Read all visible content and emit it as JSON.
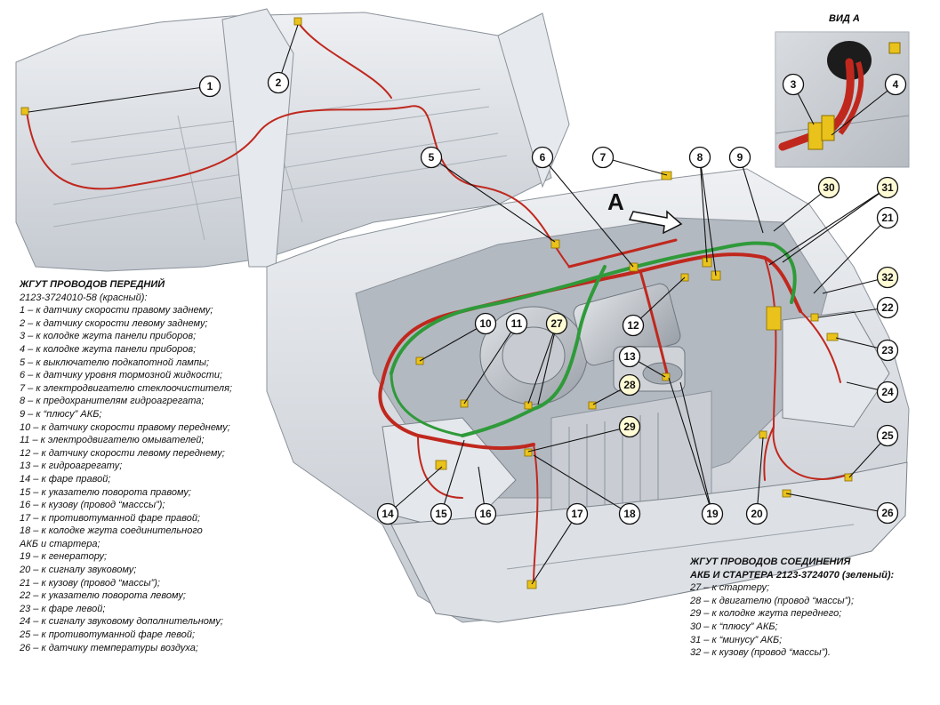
{
  "view_a": {
    "title": "ВИД А",
    "callouts": [
      "3",
      "4"
    ]
  },
  "view_marker": "А",
  "harness_front": {
    "title_line1": "ЖГУТ ПРОВОДОВ ПЕРЕДНИЙ",
    "title_line2": "2123-3724010-58 (красный):",
    "items": [
      "1 – к датчику скорости правому заднему;",
      "2 – к датчику скорости левому заднему;",
      "3 – к колодке жгута панели приборов;",
      "4 – к колодке жгута панели приборов;",
      "5 – к выключателю подкапотной лампы;",
      "6 – к датчику уровня тормозной жидкости;",
      "7 – к электродвигателю стеклоочистителя;",
      "8 – к предохранителям гидроагрегата;",
      "9 – к “плюсу” АКБ;",
      "10 – к датчику скорости правому переднему;",
      "11 – к электродвигателю омывателей;",
      "12 – к датчику скорости левому переднему;",
      "13 – к гидроагрегату;",
      "14 – к фаре правой;",
      "15 – к указателю поворота правому;",
      "16 – к кузову (провод “масссы”);",
      "17 – к противотуманной фаре правой;",
      "18 – к колодке жгута соединительного",
      "АКБ и стартера;",
      "19 – к генератору;",
      "20 – к сигналу звуковому;",
      "21 – к кузову (провод “массы”);",
      "22 – к указателю поворота левому;",
      "23 – к фаре левой;",
      "24 – к сигналу звуковому дополнительному;",
      "25 – к противотуманной фаре левой;",
      "26 – к датчику температуры воздуха;"
    ]
  },
  "harness_battery": {
    "title_line1": "ЖГУТ ПРОВОДОВ СОЕДИНЕНИЯ",
    "title_line2": "АКБ И СТАРТЕРА 2123-3724070 (зеленый):",
    "items": [
      "27 – к стартеру;",
      "28 – к двигателю (провод “массы”);",
      "29 – к колодке жгута переднего;",
      "30 – к “плюсу” АКБ;",
      "31 – к “минусу” АКБ;",
      "32 – к кузову (провод “массы”)."
    ]
  },
  "callouts": [
    "1",
    "2",
    "5",
    "6",
    "7",
    "8",
    "9",
    "10",
    "11",
    "12",
    "13",
    "14",
    "15",
    "16",
    "17",
    "18",
    "19",
    "20",
    "21",
    "22",
    "23",
    "24",
    "25",
    "26",
    "27",
    "28",
    "29",
    "30",
    "31",
    "32"
  ],
  "colors": {
    "front_harness": "#c0281e",
    "battery_harness": "#2f9a3a",
    "connector": "#e9c21b",
    "body_shell": "#d9dde2",
    "callout_highlight": "#fffbd5"
  }
}
